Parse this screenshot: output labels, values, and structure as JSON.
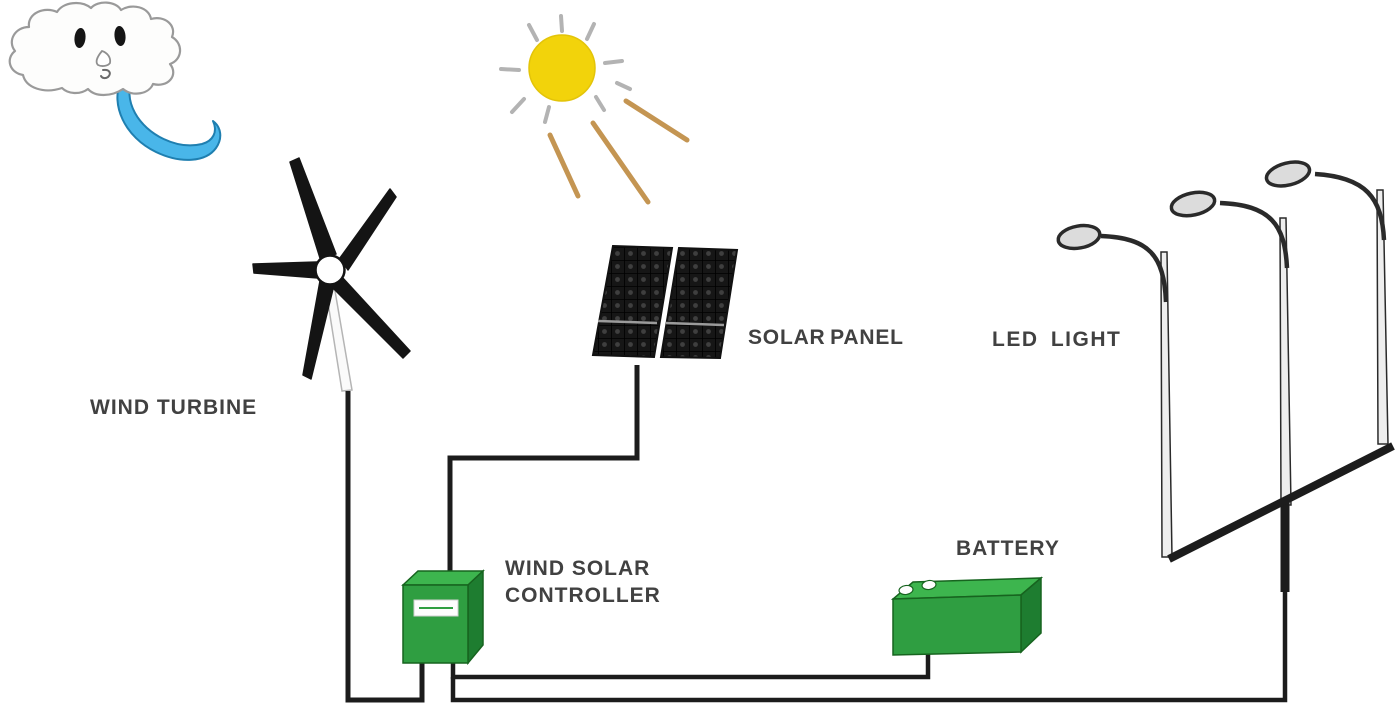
{
  "diagram": {
    "labels": {
      "wind_turbine": "WIND TURBINE",
      "solar_panel": "SOLAR PANEL",
      "led_light": "LED LIGHT",
      "controller_line1": "WIND SOLAR",
      "controller_line2": "CONTROLLER",
      "battery": "BATTERY"
    },
    "colors": {
      "background": "#ffffff",
      "component_green": "#2f9e41",
      "component_green_shadow": "#1e7d30",
      "component_green_top": "#3db54e",
      "wind_swoosh_blue": "#49b6e9",
      "sun_yellow": "#f2d30b",
      "sun_ray_tan": "#c49552",
      "sun_ray_gray": "#b3b3b3",
      "wire_black": "#1c1c1c",
      "label_gray": "#414141",
      "lamp_gray": "#dcdcdc"
    },
    "icons": [
      "cloud-face-icon",
      "wind-swoosh-icon",
      "wind-turbine-icon",
      "sun-icon",
      "solar-panel-icon",
      "street-light-icon",
      "controller-box-icon",
      "battery-box-icon"
    ]
  }
}
